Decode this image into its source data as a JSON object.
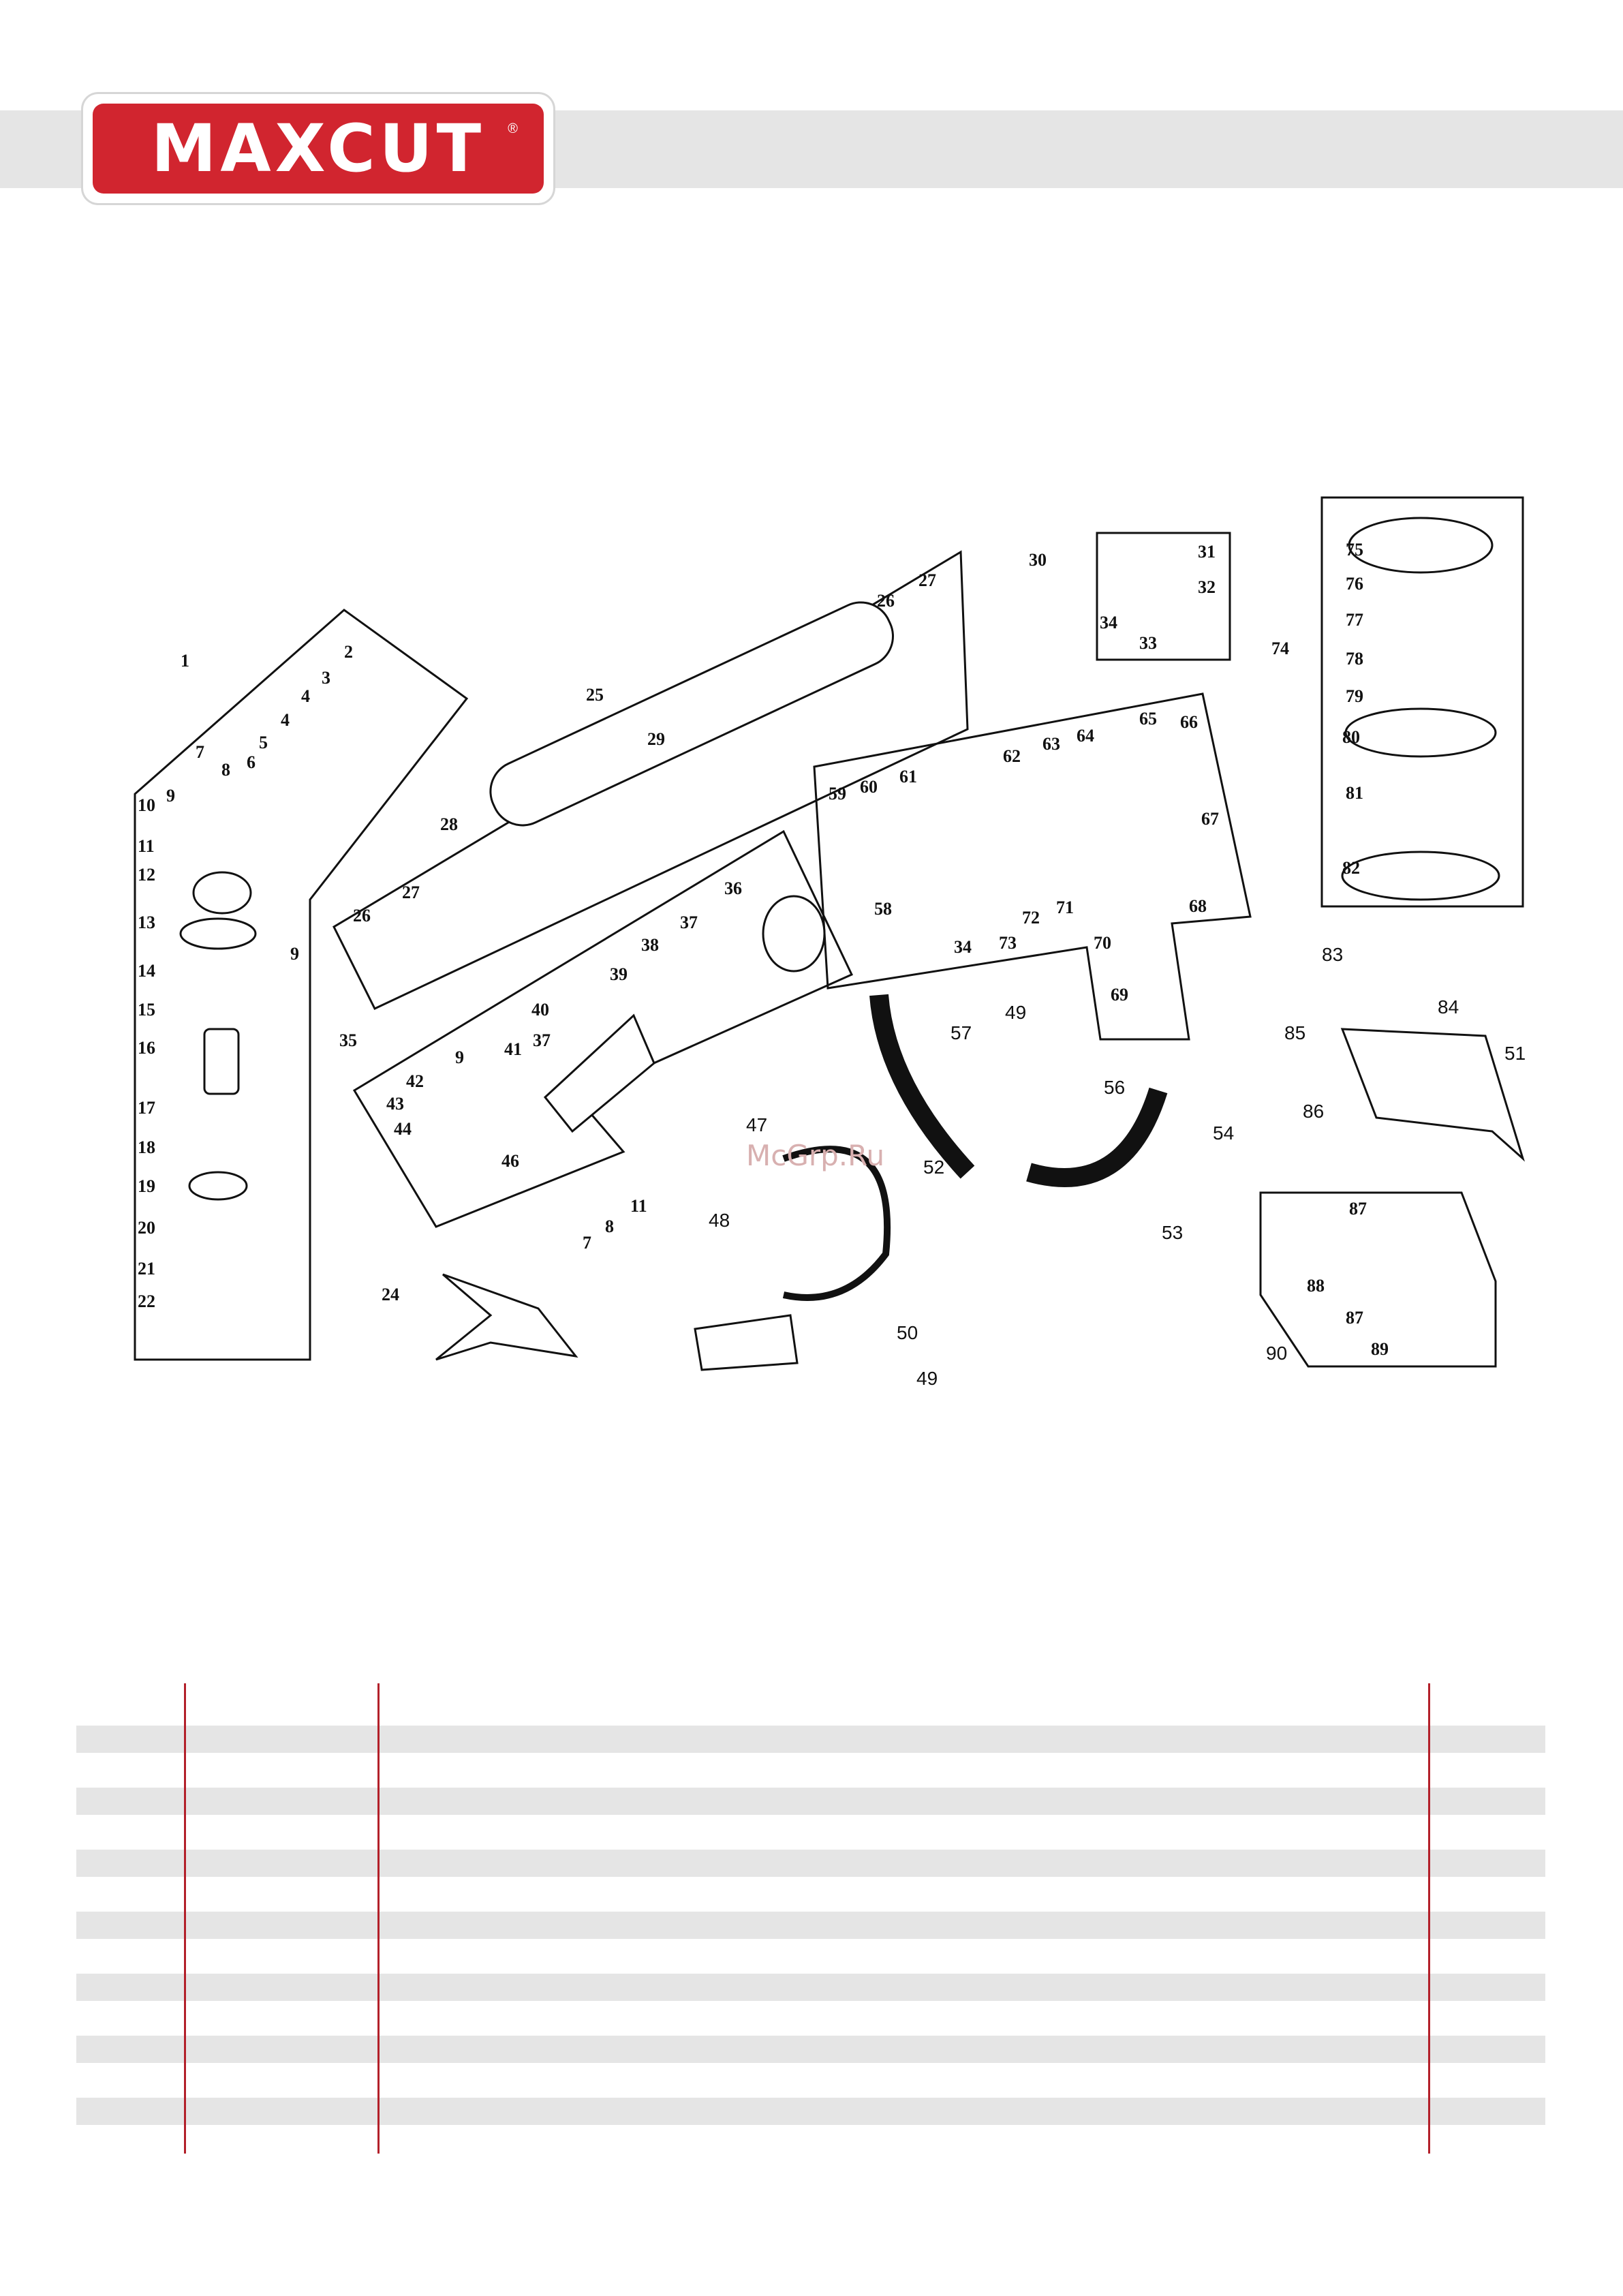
{
  "brand": {
    "logo_text": "MAXCUT",
    "registered_mark": "®",
    "logo_color": "#d1252f"
  },
  "watermark": "McGrp.Ru",
  "diagram": {
    "callouts": [
      "1",
      "2",
      "3",
      "4",
      "4",
      "5",
      "6",
      "7",
      "8",
      "9",
      "10",
      "11",
      "12",
      "13",
      "9",
      "14",
      "15",
      "16",
      "17",
      "18",
      "19",
      "20",
      "21",
      "22",
      "24",
      "25",
      "26",
      "27",
      "28",
      "29",
      "26",
      "27",
      "30",
      "31",
      "32",
      "34",
      "33",
      "35",
      "36",
      "37",
      "38",
      "39",
      "40",
      "41",
      "37",
      "42",
      "9",
      "43",
      "44",
      "46",
      "11",
      "8",
      "7",
      "47",
      "48",
      "49",
      "50",
      "49",
      "51",
      "52",
      "53",
      "54",
      "56",
      "57",
      "58",
      "59",
      "60",
      "61",
      "62",
      "63",
      "64",
      "65",
      "66",
      "67",
      "34",
      "73",
      "72",
      "71",
      "70",
      "68",
      "69",
      "74",
      "75",
      "76",
      "77",
      "78",
      "79",
      "80",
      "81",
      "82",
      "83",
      "84",
      "85",
      "86",
      "87",
      "88",
      "87",
      "89",
      "90"
    ]
  },
  "table": {
    "stripe_count": 7,
    "divider_color": "#b3202a"
  }
}
